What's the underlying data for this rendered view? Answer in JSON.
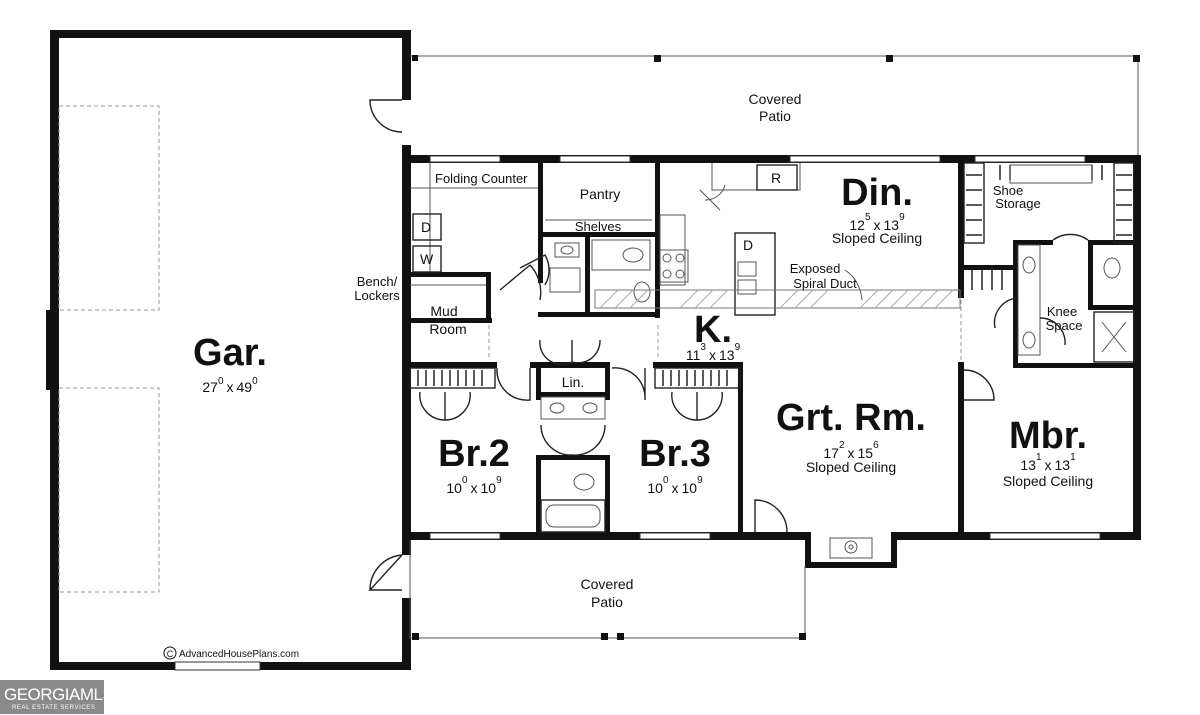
{
  "rooms": {
    "garage": {
      "name": "Gar.",
      "dim_a": "27",
      "dim_a_sup": "0",
      "sep": "x",
      "dim_b": "49",
      "dim_b_sup": "0"
    },
    "dining": {
      "name": "Din.",
      "dim_a": "12",
      "dim_a_sup": "5",
      "sep": "x",
      "dim_b": "13",
      "dim_b_sup": "9",
      "note": "Sloped Ceiling"
    },
    "kitchen": {
      "name": "K.",
      "dim_a": "11",
      "dim_a_sup": "3",
      "sep": "x",
      "dim_b": "13",
      "dim_b_sup": "9"
    },
    "great_room": {
      "name": "Grt. Rm.",
      "dim_a": "17",
      "dim_a_sup": "2",
      "sep": "x",
      "dim_b": "15",
      "dim_b_sup": "6",
      "note": "Sloped Ceiling"
    },
    "master": {
      "name": "Mbr.",
      "dim_a": "13",
      "dim_a_sup": "1",
      "sep": "x",
      "dim_b": "13",
      "dim_b_sup": "1",
      "note": "Sloped Ceiling"
    },
    "bedroom2": {
      "name": "Br.2",
      "dim_a": "10",
      "dim_a_sup": "0",
      "sep": "x",
      "dim_b": "10",
      "dim_b_sup": "9"
    },
    "bedroom3": {
      "name": "Br.3",
      "dim_a": "10",
      "dim_a_sup": "0",
      "sep": "x",
      "dim_b": "10",
      "dim_b_sup": "9"
    }
  },
  "labels": {
    "covered_patio_rear": [
      "Covered",
      "Patio"
    ],
    "covered_patio_front": [
      "Covered",
      "Patio"
    ],
    "folding_counter": "Folding Counter",
    "pantry": "Pantry",
    "shelves": "Shelves",
    "shoe_storage": [
      "Shoe",
      "Storage"
    ],
    "exposed_duct": [
      "Exposed",
      "Spiral Duct"
    ],
    "knee_space": [
      "Knee",
      "Space"
    ],
    "bench_lockers": [
      "Bench/",
      "Lockers"
    ],
    "mud_room": [
      "Mud",
      "Room"
    ],
    "linen": "Lin.",
    "dryer": "D",
    "washer": "W",
    "refrigerator": "R",
    "dishwasher": "D"
  },
  "copyright": {
    "symbol": "C",
    "text": "AdvancedHousePlans.com"
  },
  "watermark": {
    "main": "GEORGIAMLS",
    "sub": "REAL ESTATE SERVICES"
  }
}
